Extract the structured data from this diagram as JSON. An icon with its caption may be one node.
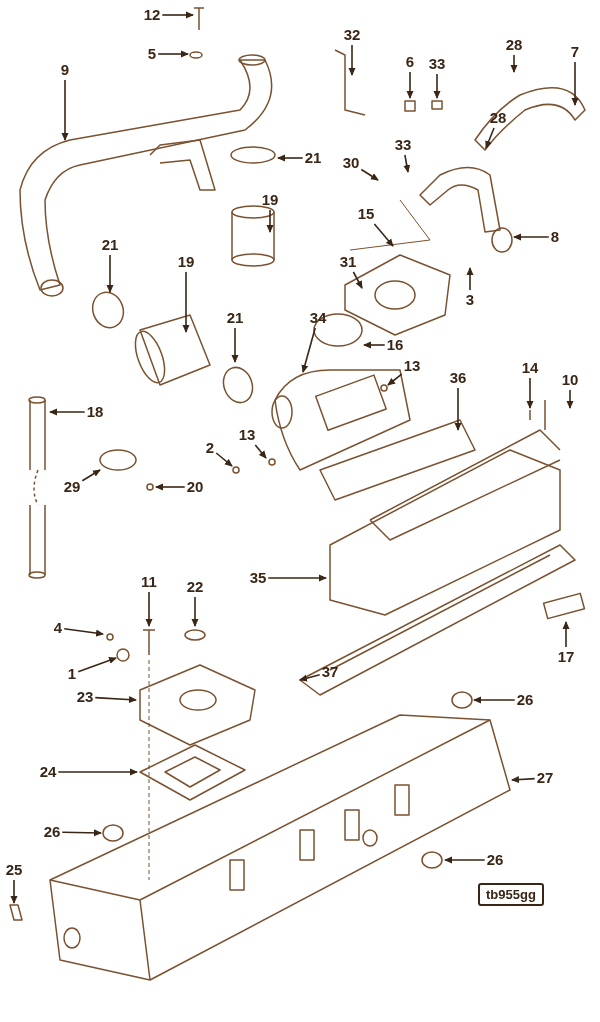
{
  "diagram": {
    "nodes": [
      {
        "text": [
          "12"
        ]
      },
      {
        "text": [
          "5"
        ]
      },
      {
        "text": [
          "9"
        ]
      },
      {
        "text": [
          "32"
        ]
      },
      {
        "text": [
          "28"
        ]
      },
      {
        "text": [
          "7"
        ]
      },
      {
        "text": [
          "6"
        ]
      },
      {
        "text": [
          "33"
        ]
      },
      {
        "text": [
          "28"
        ]
      },
      {
        "text": [
          "21"
        ]
      },
      {
        "text": [
          "33"
        ]
      },
      {
        "text": [
          "30"
        ]
      },
      {
        "text": [
          "19"
        ]
      },
      {
        "text": [
          "21"
        ]
      },
      {
        "text": [
          "15"
        ]
      },
      {
        "text": [
          "8"
        ]
      },
      {
        "text": [
          "31"
        ]
      },
      {
        "text": [
          "3"
        ]
      },
      {
        "text": [
          "19"
        ]
      },
      {
        "text": [
          "21"
        ]
      },
      {
        "text": [
          "16"
        ]
      },
      {
        "text": [
          "34"
        ]
      },
      {
        "text": [
          "13"
        ]
      },
      {
        "text": [
          "36"
        ]
      },
      {
        "text": [
          "14"
        ]
      },
      {
        "text": [
          "10"
        ]
      },
      {
        "text": [
          "18"
        ]
      },
      {
        "text": [
          "13"
        ]
      },
      {
        "text": [
          "2"
        ]
      },
      {
        "text": [
          "29"
        ]
      },
      {
        "text": [
          "20"
        ]
      },
      {
        "text": [
          "35"
        ]
      },
      {
        "text": [
          "11"
        ]
      },
      {
        "text": [
          "22"
        ]
      },
      {
        "text": [
          "4"
        ]
      },
      {
        "text": [
          "1"
        ]
      },
      {
        "text": [
          "17"
        ]
      },
      {
        "text": [
          "37"
        ]
      },
      {
        "text": [
          "23"
        ]
      },
      {
        "text": [
          "26"
        ]
      },
      {
        "text": [
          "24"
        ]
      },
      {
        "text": [
          "27"
        ]
      },
      {
        "text": [
          "26"
        ]
      },
      {
        "text": [
          "26"
        ]
      },
      {
        "text": [
          "25"
        ]
      }
    ],
    "edges": [
      {
        "from": 0,
        "to": null,
        "arrow": "to"
      },
      {
        "from": 1,
        "to": null,
        "arrow": "to"
      },
      {
        "from": 2,
        "to": null,
        "arrow": "to"
      },
      {
        "from": 3,
        "to": null,
        "arrow": "to"
      },
      {
        "from": 4,
        "to": null,
        "arrow": "to"
      },
      {
        "from": 5,
        "to": null,
        "arrow": "to"
      },
      {
        "from": 6,
        "to": null,
        "arrow": "to"
      },
      {
        "from": 7,
        "to": null,
        "arrow": "to"
      },
      {
        "from": 8,
        "to": null,
        "arrow": "to"
      },
      {
        "from": 9,
        "to": null,
        "arrow": "to"
      },
      {
        "from": 10,
        "to": null,
        "arrow": "to"
      },
      {
        "from": 11,
        "to": null,
        "arrow": "to"
      },
      {
        "from": 12,
        "to": null,
        "arrow": "to"
      },
      {
        "from": 13,
        "to": null,
        "arrow": "to"
      },
      {
        "from": 14,
        "to": null,
        "arrow": "to"
      },
      {
        "from": 15,
        "to": null,
        "arrow": "to"
      },
      {
        "from": 16,
        "to": null,
        "arrow": "to"
      },
      {
        "from": 17,
        "to": null,
        "arrow": "to"
      },
      {
        "from": 18,
        "to": null,
        "arrow": "to"
      },
      {
        "from": 19,
        "to": null,
        "arrow": "to"
      },
      {
        "from": 20,
        "to": null,
        "arrow": "to"
      },
      {
        "from": 21,
        "to": null,
        "arrow": "to"
      },
      {
        "from": 22,
        "to": null,
        "arrow": "to"
      },
      {
        "from": 23,
        "to": null,
        "arrow": "to"
      },
      {
        "from": 24,
        "to": null,
        "arrow": "to"
      },
      {
        "from": 25,
        "to": null,
        "arrow": "to"
      },
      {
        "from": 26,
        "to": null,
        "arrow": "to"
      },
      {
        "from": 27,
        "to": null,
        "arrow": "to"
      },
      {
        "from": 28,
        "to": null,
        "arrow": "to"
      },
      {
        "from": 29,
        "to": null,
        "arrow": "to"
      },
      {
        "from": 30,
        "to": null,
        "arrow": "to"
      },
      {
        "from": 31,
        "to": null,
        "arrow": "to"
      },
      {
        "from": 32,
        "to": null,
        "arrow": "to"
      },
      {
        "from": 33,
        "to": null,
        "arrow": "to"
      },
      {
        "from": 34,
        "to": null,
        "arrow": "to"
      },
      {
        "from": 35,
        "to": null,
        "arrow": "to"
      },
      {
        "from": 36,
        "to": null,
        "arrow": "to"
      },
      {
        "from": 37,
        "to": null,
        "arrow": "to"
      },
      {
        "from": 38,
        "to": null,
        "arrow": "to"
      },
      {
        "from": 39,
        "to": null,
        "arrow": "to"
      },
      {
        "from": 40,
        "to": null,
        "arrow": "to"
      },
      {
        "from": 41,
        "to": null,
        "arrow": "to"
      },
      {
        "from": 42,
        "to": null,
        "arrow": "to"
      },
      {
        "from": 43,
        "to": null,
        "arrow": "to"
      },
      {
        "from": 44,
        "to": null,
        "arrow": "to"
      }
    ],
    "labels": [
      "tb955gg"
    ]
  }
}
